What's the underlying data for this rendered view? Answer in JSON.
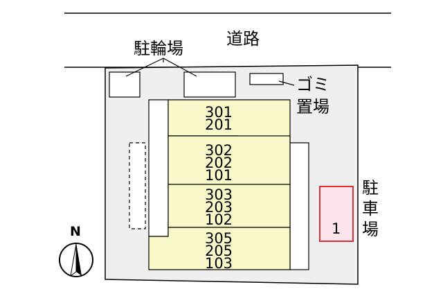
{
  "labels": {
    "road": "道路",
    "bicycle_parking": "駐輪場",
    "garbage_line1": "ゴミ",
    "garbage_line2": "置場",
    "parking": [
      "駐",
      "車",
      "場"
    ],
    "north": "N"
  },
  "units": {
    "row1": [
      "301",
      "201"
    ],
    "row2": [
      "302",
      "202",
      "101"
    ],
    "row3": [
      "303",
      "203",
      "102"
    ],
    "row4": [
      "305",
      "205",
      "103"
    ]
  },
  "parking_spaces": [
    "1"
  ],
  "colors": {
    "site": "#efefef",
    "building": "#f8f8c8",
    "parking_fill": "#fde4ec",
    "parking_border": "#e03030",
    "line": "#000000"
  }
}
